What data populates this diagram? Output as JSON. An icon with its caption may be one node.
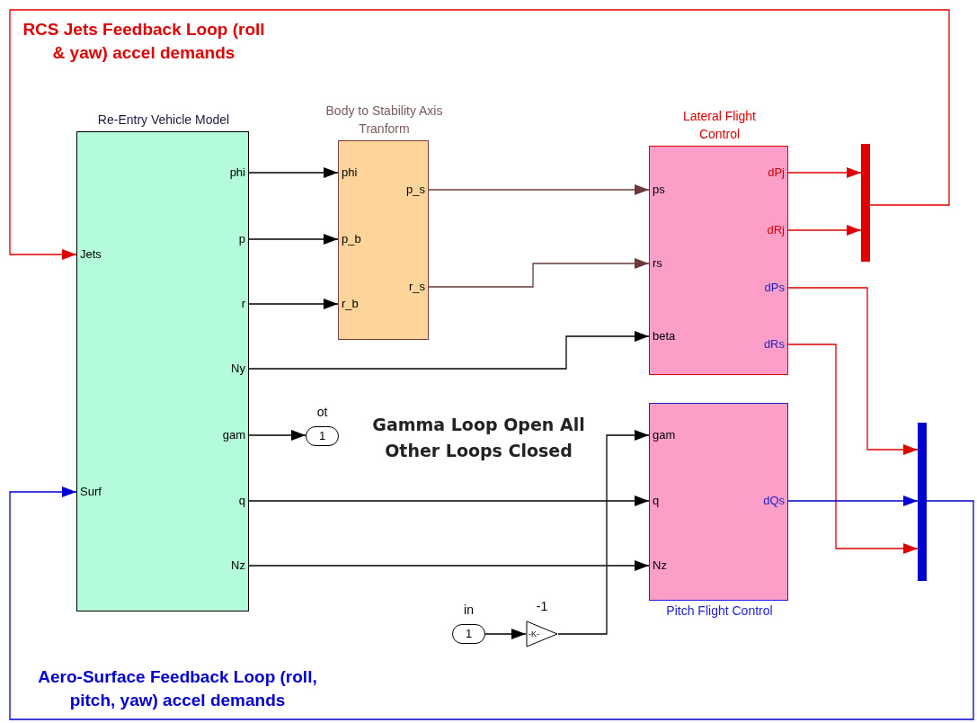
{
  "diagram": {
    "nodes": [
      {
        "text": [
          "Re-Entry Vehicle Model"
        ]
      },
      {
        "text": [
          "Jets"
        ],
        "in": 0
      },
      {
        "text": [
          "Surf"
        ],
        "in": 0
      },
      {
        "text": [
          "phi"
        ],
        "in": 0
      },
      {
        "text": [
          "p"
        ],
        "in": 0
      },
      {
        "text": [
          "r"
        ],
        "in": 0
      },
      {
        "text": [
          "Ny"
        ],
        "in": 0
      },
      {
        "text": [
          "gam"
        ],
        "in": 0
      },
      {
        "text": [
          "q"
        ],
        "in": 0
      },
      {
        "text": [
          "Nz"
        ],
        "in": 0
      },
      {
        "text": [
          "Body to Stability Axis Tranform"
        ]
      },
      {
        "text": [
          "phi"
        ],
        "in": 10
      },
      {
        "text": [
          "p_b"
        ],
        "in": 10
      },
      {
        "text": [
          "r_b"
        ],
        "in": 10
      },
      {
        "text": [
          "p_s"
        ],
        "in": 10
      },
      {
        "text": [
          "r_s"
        ],
        "in": 10
      },
      {
        "text": [
          "Lateral Flight Control"
        ]
      },
      {
        "text": [
          "ps"
        ],
        "in": 16
      },
      {
        "text": [
          "rs"
        ],
        "in": 16
      },
      {
        "text": [
          "beta"
        ],
        "in": 16
      },
      {
        "text": [
          "dPj"
        ],
        "in": 16
      },
      {
        "text": [
          "dRj"
        ],
        "in": 16
      },
      {
        "text": [
          "dPs"
        ],
        "in": 16
      },
      {
        "text": [
          "dRs"
        ],
        "in": 16
      },
      {
        "text": [
          "Pitch Flight Control"
        ]
      },
      {
        "text": [
          "gam"
        ],
        "in": 24
      },
      {
        "text": [
          "q"
        ],
        "in": 24
      },
      {
        "text": [
          "Nz"
        ],
        "in": 24
      },
      {
        "text": [
          "dQs"
        ],
        "in": 24
      },
      {
        "text": [],
        "shape": "bar"
      },
      {
        "text": [],
        "shape": "bar"
      },
      {
        "text": [
          "1"
        ],
        "beside": [
          "ot"
        ]
      },
      {
        "text": [
          "1"
        ],
        "beside": [
          "in"
        ]
      },
      {
        "text": [
          "-K-"
        ],
        "beside": [
          "-1"
        ]
      }
    ],
    "edges": [
      {
        "from": 3,
        "to": 11,
        "arrow": "to"
      },
      {
        "from": 4,
        "to": 12,
        "arrow": "to"
      },
      {
        "from": 5,
        "to": 13,
        "arrow": "to"
      },
      {
        "from": 14,
        "to": 17,
        "arrow": "to",
        "color": "#6b3a3a"
      },
      {
        "from": 15,
        "to": 18,
        "arrow": "to",
        "color": "#6b3a3a"
      },
      {
        "from": 6,
        "to": 19,
        "arrow": "to"
      },
      {
        "from": 7,
        "to": 31,
        "arrow": "to"
      },
      {
        "from": 8,
        "to": 26,
        "arrow": "to"
      },
      {
        "from": 9,
        "to": 27,
        "arrow": "to"
      },
      {
        "from": 32,
        "to": 33,
        "arrow": "to"
      },
      {
        "from": 33,
        "to": 25,
        "arrow": "to"
      },
      {
        "from": 20,
        "to": 29,
        "arrow": "to",
        "color": "#e00000"
      },
      {
        "from": 21,
        "to": 29,
        "arrow": "to",
        "color": "#e00000"
      },
      {
        "from": 22,
        "to": 30,
        "arrow": "to",
        "color": "#e00000"
      },
      {
        "from": 23,
        "to": 30,
        "arrow": "to",
        "color": "#e00000"
      },
      {
        "from": 28,
        "to": 30,
        "arrow": "to",
        "color": "#0000d0"
      },
      {
        "from": 29,
        "to": 1,
        "arrow": "to",
        "color": "#e00000",
        "label": "RCS Jets Feedback Loop (roll & yaw) accel demands"
      },
      {
        "from": 30,
        "to": 2,
        "arrow": "to",
        "color": "#0000d0",
        "label": "Aero-Surface Feedback Loop (roll, pitch, yaw) accel demands"
      }
    ],
    "labels": [
      "Gamma Loop Open All Other Loops Closed"
    ]
  }
}
